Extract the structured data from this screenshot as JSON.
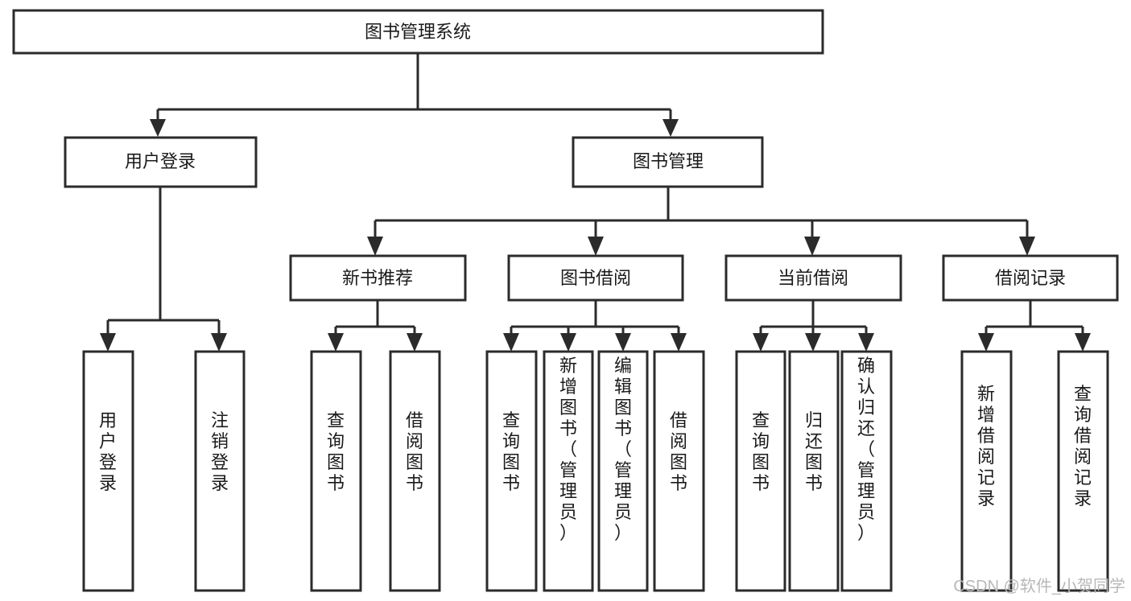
{
  "diagram": {
    "title": "图书管理系统",
    "type": "hierarchy-tree",
    "orientation": "top-down",
    "root": {
      "id": "root",
      "label": "图书管理系统",
      "level": 0
    },
    "level2": [
      {
        "id": "user-login",
        "label": "用户登录",
        "level": 1
      },
      {
        "id": "book-management",
        "label": "图书管理",
        "level": 1
      }
    ],
    "level3": [
      {
        "id": "new-book-recommend",
        "label": "新书推荐",
        "level": 2,
        "parent": "book-management"
      },
      {
        "id": "book-borrow",
        "label": "图书借阅",
        "level": 2,
        "parent": "book-management"
      },
      {
        "id": "current-borrow",
        "label": "当前借阅",
        "level": 2,
        "parent": "book-management"
      },
      {
        "id": "borrow-record",
        "label": "借阅记录",
        "level": 2,
        "parent": "book-management"
      }
    ],
    "leaves": [
      {
        "id": "leaf-user-login",
        "label": "用户登录",
        "parent": "user-login"
      },
      {
        "id": "leaf-logout",
        "label": "注销登录",
        "parent": "user-login"
      },
      {
        "id": "leaf-query-book-1",
        "label": "查询图书",
        "parent": "new-book-recommend"
      },
      {
        "id": "leaf-borrow-book-1",
        "label": "借阅图书",
        "parent": "new-book-recommend"
      },
      {
        "id": "leaf-query-book-2",
        "label": "查询图书",
        "parent": "book-borrow"
      },
      {
        "id": "leaf-add-book",
        "label": "新增图书（管理员）",
        "parent": "book-borrow"
      },
      {
        "id": "leaf-edit-book",
        "label": "编辑图书（管理员）",
        "parent": "book-borrow"
      },
      {
        "id": "leaf-borrow-book-2",
        "label": "借阅图书",
        "parent": "book-borrow"
      },
      {
        "id": "leaf-query-book-3",
        "label": "查询图书",
        "parent": "current-borrow"
      },
      {
        "id": "leaf-return-book",
        "label": "归还图书",
        "parent": "current-borrow"
      },
      {
        "id": "leaf-confirm-return",
        "label": "确认归还（管理员）",
        "parent": "current-borrow"
      },
      {
        "id": "leaf-add-record",
        "label": "新增借阅记录",
        "parent": "borrow-record"
      },
      {
        "id": "leaf-query-record",
        "label": "查询借阅记录",
        "parent": "borrow-record"
      }
    ],
    "watermark": "CSDN @软件_小贺同学",
    "colors": {
      "stroke": "#2b2b2b",
      "fill": "#ffffff",
      "text": "#1a1a1a",
      "watermark": "#b8b8b8",
      "background": "#ffffff"
    }
  }
}
